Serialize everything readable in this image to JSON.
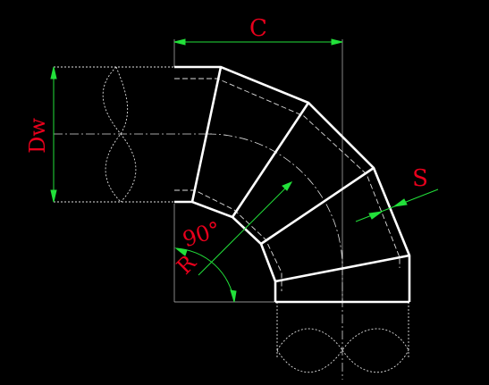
{
  "labels": {
    "width": "C",
    "diameter": "Dw",
    "angle": "90°",
    "radius": "R",
    "thickness": "S"
  },
  "colors": {
    "background": "#000000",
    "outline": "#ffffff",
    "dimension": "#22e03a",
    "label": "#e8001c"
  }
}
